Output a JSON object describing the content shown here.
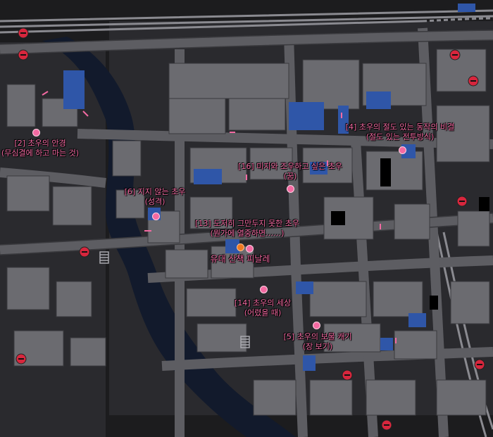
{
  "colors": {
    "background": "#1c1c1e",
    "road": "#5d5d62",
    "road_edge": "#3a3a3e",
    "water": "#121a2c",
    "building": "#6b6b70",
    "building_blue": "#2f56a8",
    "label": "#f36aa2",
    "marker_pink": "#f36aa2",
    "marker_orange": "#f07a22",
    "station_sign": "#d7263d"
  },
  "map": {
    "labels": {
      "pin2": {
        "line1": "[2] 초우의 안경",
        "line2": "(무심결에 하고 마는 것)"
      },
      "pin4": {
        "line1": "[4] 초우의 절도 있는 동작의 비결",
        "line2": "(절도 있는 전투방식)"
      },
      "pin16": {
        "line1": "[16] 미지와 조우하고 싶은 초우",
        "line2": "(꿈)"
      },
      "pin6": {
        "line1": "[6] 지지 않는 초우",
        "line2": "(성격)"
      },
      "pin13": {
        "line1": "[13] 도저히 그만두지 못한 초우",
        "line2": "(뭔가에 열중하면……)"
      },
      "walk": {
        "line1": "유대 산책 피날레"
      },
      "pin14": {
        "line1": "[14] 초우의 세상",
        "line2": "(어렸을 때)"
      },
      "pin5": {
        "line1": "[5] 초우의 보물 캐기",
        "line2": "(장 보기)"
      }
    },
    "markers": [
      {
        "id": "pin2",
        "color": "pink"
      },
      {
        "id": "pin4",
        "color": "pink"
      },
      {
        "id": "pin16",
        "color": "pink"
      },
      {
        "id": "pin6",
        "color": "pink"
      },
      {
        "id": "pin13",
        "color": "pink"
      },
      {
        "id": "walk",
        "color": "orange"
      },
      {
        "id": "pin14",
        "color": "pink"
      },
      {
        "id": "pin5",
        "color": "pink"
      },
      {
        "id": "extra",
        "color": "pink"
      }
    ]
  }
}
